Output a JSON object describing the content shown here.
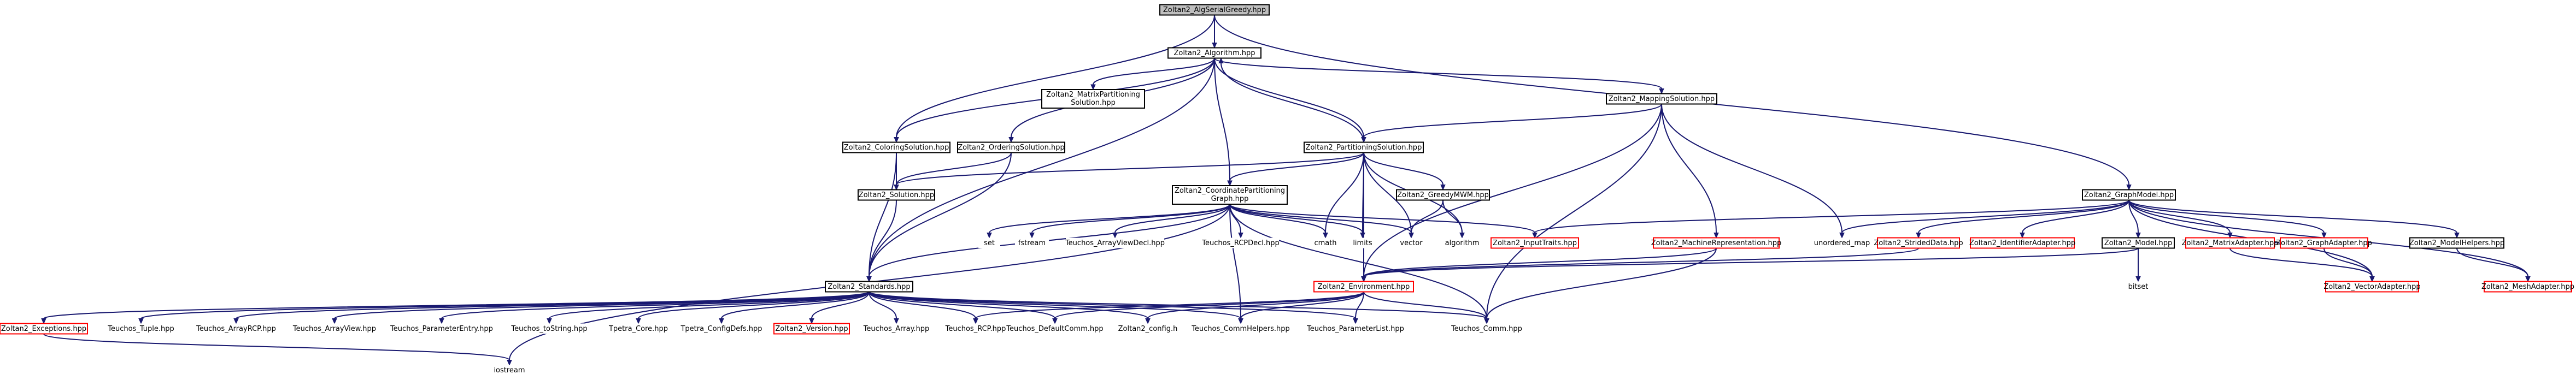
{
  "colors": {
    "root_fill": "#bfbfbf",
    "node_fill": "#ffffff",
    "node_border": "#000000",
    "external_border": "#ff0000",
    "unboxed_border": "#d3d3d3",
    "edge": "#191970"
  },
  "nodes": {
    "root": {
      "lines": [
        "Zoltan2_AlgSerialGreedy.hpp"
      ]
    },
    "alg": {
      "lines": [
        "Zoltan2_Algorithm.hpp"
      ]
    },
    "matrix_sol": {
      "lines": [
        "Zoltan2_MatrixPartitioning",
        "Solution.hpp"
      ]
    },
    "mapping_sol": {
      "lines": [
        "Zoltan2_MappingSolution.hpp"
      ]
    },
    "graph_model": {
      "lines": [
        "Zoltan2_GraphModel.hpp"
      ]
    },
    "coloring_sol": {
      "lines": [
        "Zoltan2_ColoringSolution.hpp"
      ]
    },
    "ordering_sol": {
      "lines": [
        "Zoltan2_OrderingSolution.hpp"
      ]
    },
    "partitioning_sol": {
      "lines": [
        "Zoltan2_PartitioningSolution.hpp"
      ]
    },
    "solution": {
      "lines": [
        "Zoltan2_Solution.hpp"
      ]
    },
    "coord_part_graph": {
      "lines": [
        "Zoltan2_CoordinatePartitioning",
        "Graph.hpp"
      ]
    },
    "greedy_mwm": {
      "lines": [
        "Zoltan2_GreedyMWM.hpp"
      ]
    },
    "set": {
      "lines": [
        "set"
      ]
    },
    "fstream": {
      "lines": [
        "fstream"
      ]
    },
    "array_view_dict": {
      "lines": [
        "Teuchos_ArrayViewDecl.hpp"
      ]
    },
    "rcp_decl": {
      "lines": [
        "Teuchos_RCPDecl.hpp"
      ]
    },
    "cmath": {
      "lines": [
        "cmath"
      ]
    },
    "limits": {
      "lines": [
        "limits"
      ]
    },
    "vector": {
      "lines": [
        "vector"
      ]
    },
    "algorithm": {
      "lines": [
        "algorithm"
      ]
    },
    "input_traits": {
      "lines": [
        "Zoltan2_InputTraits.hpp"
      ]
    },
    "machine_rep": {
      "lines": [
        "Zoltan2_MachineRepresentation.hpp"
      ]
    },
    "unordered_map": {
      "lines": [
        "unordered_map"
      ]
    },
    "strided_data": {
      "lines": [
        "Zoltan2_StridedData.hpp"
      ]
    },
    "identifier_adapter": {
      "lines": [
        "Zoltan2_IdentifierAdapter.hpp"
      ]
    },
    "model": {
      "lines": [
        "Zoltan2_Model.hpp"
      ]
    },
    "matrix_adapter": {
      "lines": [
        "Zoltan2_MatrixAdapter.hpp"
      ]
    },
    "graph_adapter": {
      "lines": [
        "Zoltan2_GraphAdapter.hpp"
      ]
    },
    "model_helpers": {
      "lines": [
        "Zoltan2_ModelHelpers.hpp"
      ]
    },
    "standards": {
      "lines": [
        "Zoltan2_Standards.hpp"
      ]
    },
    "environment": {
      "lines": [
        "Zoltan2_Environment.hpp"
      ]
    },
    "bitset": {
      "lines": [
        "bitset"
      ]
    },
    "vector_adapter": {
      "lines": [
        "Zoltan2_VectorAdapter.hpp"
      ]
    },
    "mesh_adapter": {
      "lines": [
        "Zoltan2_MeshAdapter.hpp"
      ]
    },
    "exceptions": {
      "lines": [
        "Zoltan2_Exceptions.hpp"
      ]
    },
    "tuple": {
      "lines": [
        "Teuchos_Tuple.hpp"
      ]
    },
    "array_rcp": {
      "lines": [
        "Teuchos_ArrayRCP.hpp"
      ]
    },
    "array_view": {
      "lines": [
        "Teuchos_ArrayView.hpp"
      ]
    },
    "param_entry": {
      "lines": [
        "Teuchos_ParameterEntry.hpp"
      ]
    },
    "to_string": {
      "lines": [
        "Teuchos_toString.hpp"
      ]
    },
    "tpetra_core": {
      "lines": [
        "Tpetra_Core.hpp"
      ]
    },
    "tpetra_config": {
      "lines": [
        "Tpetra_ConfigDefs.hpp"
      ]
    },
    "version": {
      "lines": [
        "Zoltan2_Version.hpp"
      ]
    },
    "teuchos_array": {
      "lines": [
        "Teuchos_Array.hpp"
      ]
    },
    "teuchos_rcp": {
      "lines": [
        "Teuchos_RCP.hpp"
      ]
    },
    "default_comm": {
      "lines": [
        "Teuchos_DefaultComm.hpp"
      ]
    },
    "config": {
      "lines": [
        "Zoltan2_config.h"
      ]
    },
    "comm_helpers": {
      "lines": [
        "Teuchos_CommHelpers.hpp"
      ]
    },
    "param_list": {
      "lines": [
        "Teuchos_ParameterList.hpp"
      ]
    },
    "teuchos_comm": {
      "lines": [
        "Teuchos_Comm.hpp"
      ]
    },
    "iostream": {
      "lines": [
        "iostream"
      ]
    }
  }
}
